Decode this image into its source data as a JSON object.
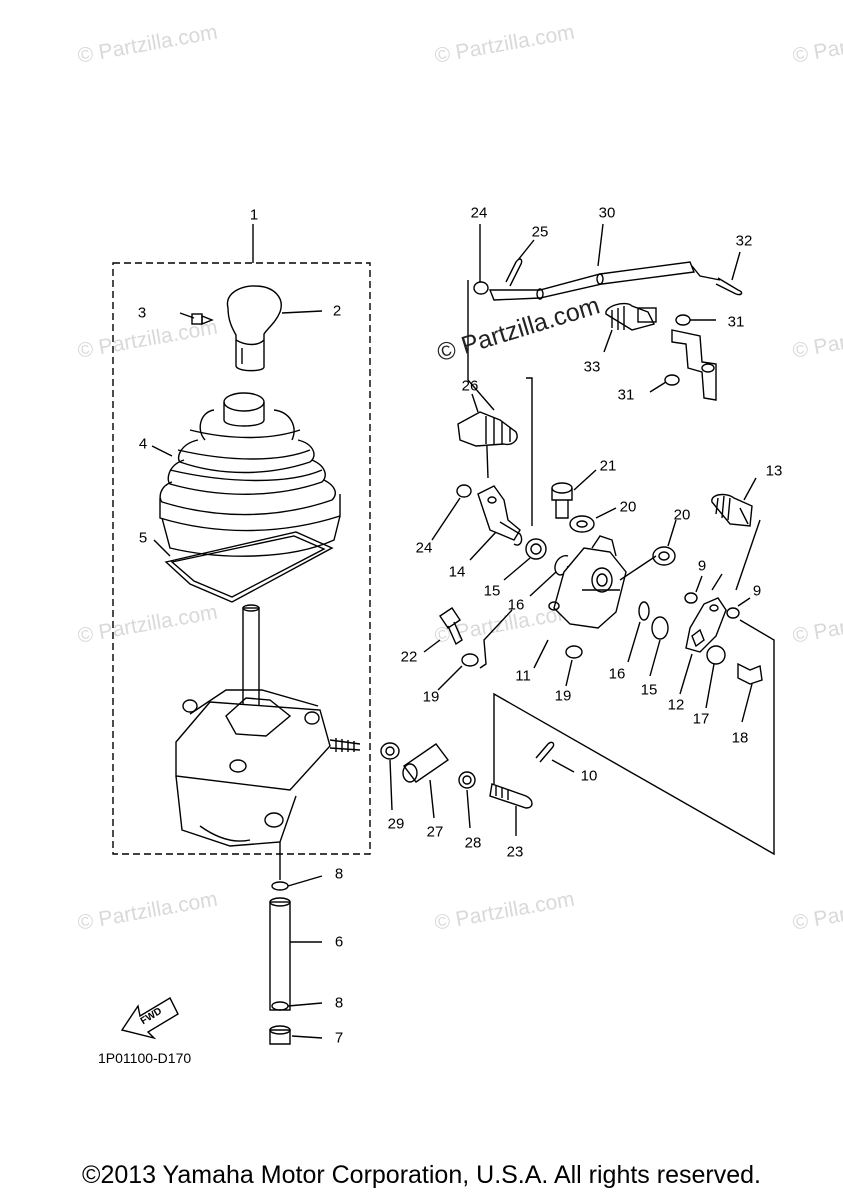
{
  "watermark": "© Partzilla.com",
  "diagram": {
    "code": "1P01100-D170",
    "direction_label": "FWD",
    "callouts": [
      "1",
      "2",
      "3",
      "4",
      "5",
      "6",
      "7",
      "8",
      "8",
      "9",
      "9",
      "10",
      "11",
      "12",
      "13",
      "14",
      "15",
      "15",
      "16",
      "16",
      "17",
      "18",
      "19",
      "19",
      "20",
      "20",
      "21",
      "22",
      "23",
      "24",
      "24",
      "25",
      "26",
      "27",
      "28",
      "29",
      "30",
      "31",
      "31",
      "32",
      "33"
    ]
  },
  "footer": {
    "copyright": "©2013 Yamaha Motor Corporation, U.S.A. All rights reserved."
  }
}
